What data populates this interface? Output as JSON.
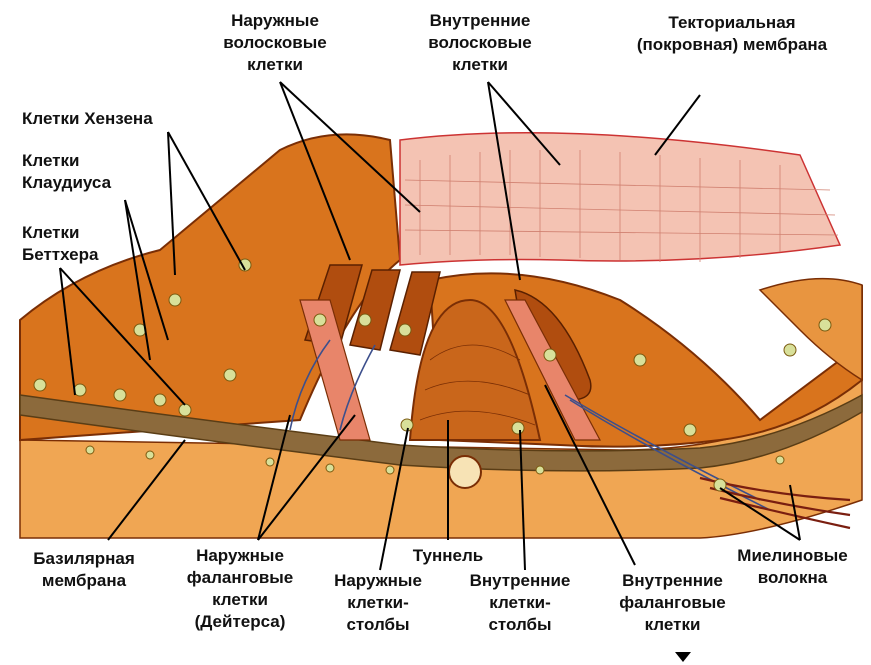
{
  "diagram": {
    "colors": {
      "tissue_dark": "#b04d0f",
      "tissue_mid": "#d9741d",
      "tissue_light": "#f0a653",
      "tissue_pale": "#f7c98a",
      "basilar": "#8c6a3c",
      "membrane_pink": "#f2b8a6",
      "outline": "#7a2e05",
      "nucleus": "#d8e09a",
      "nerve": "#3c4f8c",
      "myelin": "#7a1e10"
    },
    "labels": {
      "outer_hair_cells": "Наружные\nволосковые\nклетки",
      "inner_hair_cells": "Внутренние\nволосковые\nклетки",
      "tectorial_membrane": "Текториальная\n(покровная) мембрана",
      "hensen_cells": "Клетки Хензена",
      "claudius_cells": "Клетки\nКлаудиуса",
      "boettcher_cells": "Клетки\nБеттхера",
      "basilar_membrane": "Базилярная\nмембрана",
      "outer_phalangeal_cells": "Наружные\nфаланговые\nклетки\n(Дейтерса)",
      "tunnel": "Туннель",
      "outer_pillar_cells": "Наружные\nклетки-\nстолбы",
      "inner_pillar_cells": "Внутренние\nклетки-\nстолбы",
      "inner_phalangeal_cells": "Внутренние\nфаланговые\nклетки",
      "myelin_fibers": "Миелиновые\nволокна"
    }
  }
}
